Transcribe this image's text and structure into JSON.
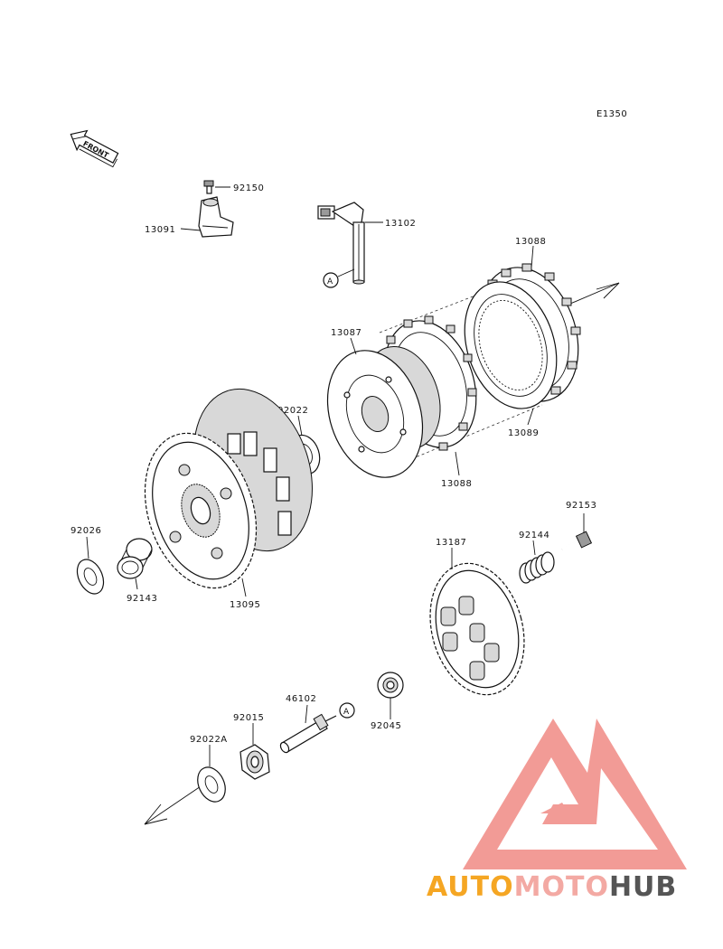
{
  "diagram": {
    "code": "E1350",
    "front_label": "FRONT",
    "ref_marker": "A",
    "labels": {
      "p92150": "92150",
      "p13091": "13091",
      "p13102": "13102",
      "p13088a": "13088",
      "p13087": "13087",
      "p92022": "92022",
      "p13089": "13089",
      "p13088b": "13088",
      "p92153": "92153",
      "p92144": "92144",
      "p13187": "13187",
      "p92026": "92026",
      "p92143": "92143",
      "p13095": "13095",
      "p46102": "46102",
      "p92015": "92015",
      "p92045": "92045",
      "p92022A": "92022A"
    }
  },
  "watermark": {
    "part1": "AUTO",
    "part2": "MOTO",
    "part3": "HUB",
    "color1": "#f5a623",
    "color2": "#f3a9a3",
    "color3": "#555555",
    "logo_color": "#f08a84"
  }
}
